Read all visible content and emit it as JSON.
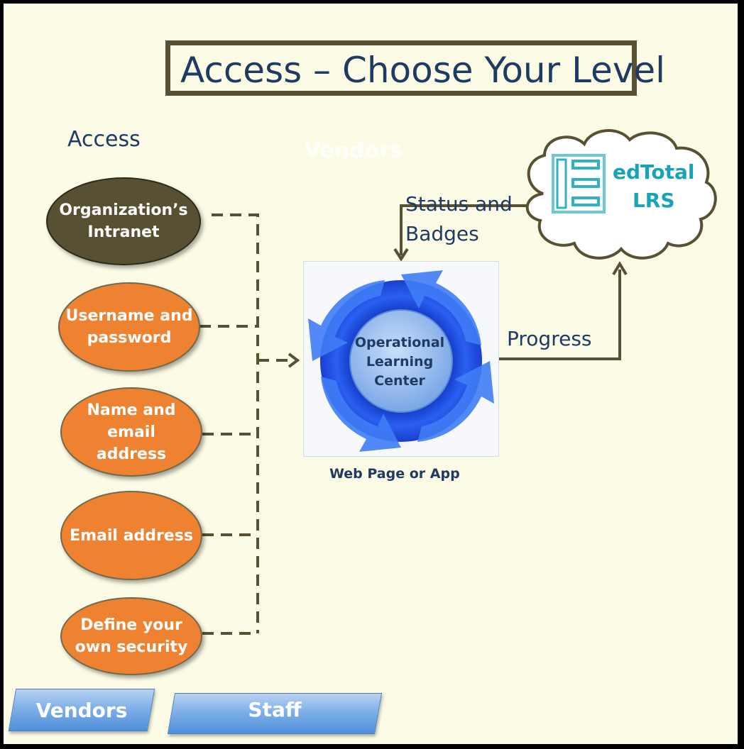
{
  "title": "Access – Choose Your Level",
  "access_heading": "Access",
  "ghost_text": "Vendors",
  "access_options": [
    {
      "label": "Organization’s\nIntranet",
      "style": "dark"
    },
    {
      "label": "Username and\npassword",
      "style": "orange"
    },
    {
      "label": "Name and email\naddress",
      "style": "orange"
    },
    {
      "label": "Email address",
      "style": "orange"
    },
    {
      "label": "Define your\nown security",
      "style": "orange"
    }
  ],
  "center": {
    "label": "Operational\nLearning\nCenter",
    "caption": "Web Page or App"
  },
  "status_label": "Status and\nBadges",
  "progress_label": "Progress",
  "lrs": {
    "label": "edTotal\nLRS",
    "icon": "edtotal-logo-icon"
  },
  "tabs": [
    {
      "label": "Vendors"
    },
    {
      "label": "Staff"
    }
  ],
  "colors": {
    "background": "#fcfbe6",
    "title_border": "#595133",
    "text_navy": "#1f3b63",
    "oval_dark": "#585033",
    "oval_orange": "#ee8230",
    "connector": "#585033",
    "cycle_blue": "#1f4fd6",
    "lrs_teal": "#17a3b8",
    "tab_blue": "#7fb0e8"
  }
}
